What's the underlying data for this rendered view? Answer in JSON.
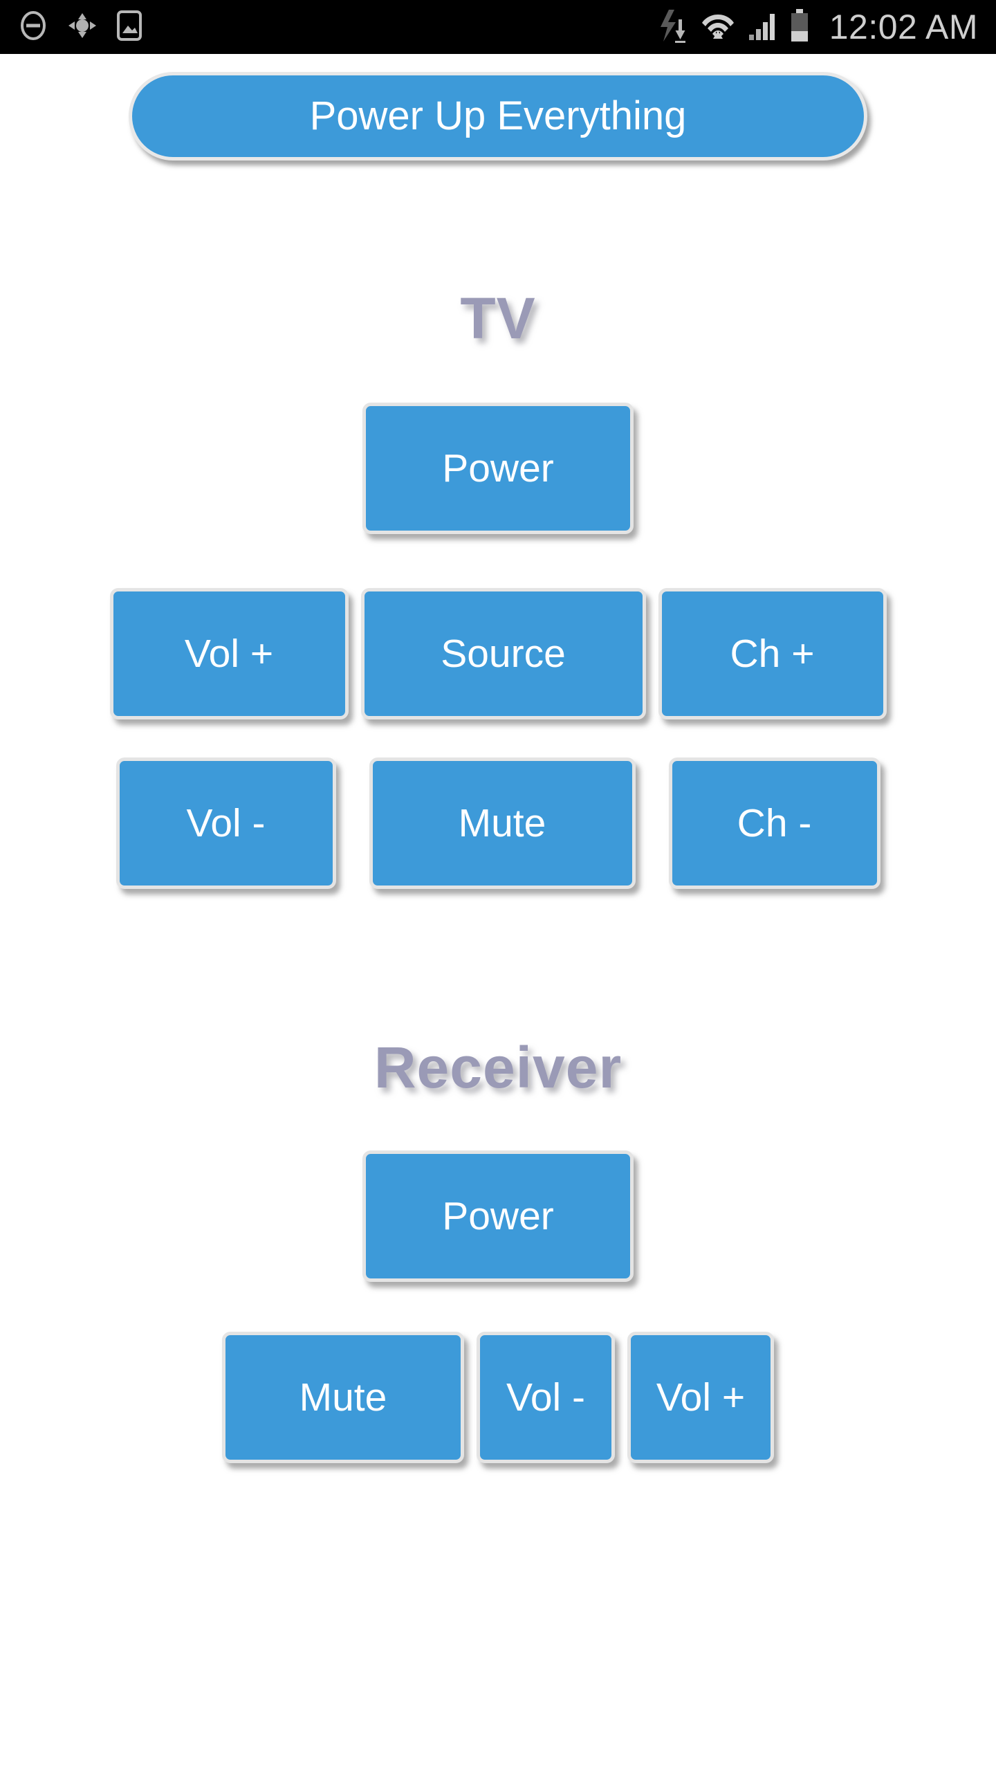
{
  "statusbar": {
    "background": "#000000",
    "clock": "12:02 AM",
    "left_icons": [
      {
        "name": "do-not-disturb-icon",
        "glyph": "circle-minus"
      },
      {
        "name": "dpad-navigation-icon",
        "glyph": "dpad"
      },
      {
        "name": "photo-gallery-icon",
        "glyph": "image"
      }
    ],
    "right_icons": [
      {
        "name": "download-bolt-icon",
        "glyph": "bolt-down"
      },
      {
        "name": "wifi-upload-icon",
        "glyph": "wifi-up"
      },
      {
        "name": "cellular-signal-icon",
        "glyph": "signal-bars"
      },
      {
        "name": "battery-icon",
        "glyph": "battery-half"
      }
    ]
  },
  "theme": {
    "button_blue": "#3d9ad9",
    "button_border": "#e4e4e4",
    "button_text": "#ffffff",
    "heading_color": "#9a9ab6",
    "page_background": "#ffffff"
  },
  "master": {
    "power_up_everything_label": "Power Up Everything"
  },
  "sections": [
    {
      "id": "tv",
      "title": "TV",
      "rows": [
        {
          "id": "tv-power-row",
          "buttons": [
            {
              "label": "Power"
            }
          ]
        },
        {
          "id": "tv-row-1",
          "buttons": [
            {
              "label": "Vol +"
            },
            {
              "label": "Source"
            },
            {
              "label": "Ch +"
            }
          ]
        },
        {
          "id": "tv-row-2",
          "buttons": [
            {
              "label": "Vol -"
            },
            {
              "label": "Mute"
            },
            {
              "label": "Ch -"
            }
          ]
        }
      ]
    },
    {
      "id": "receiver",
      "title": "Receiver",
      "rows": [
        {
          "id": "receiver-power-row",
          "buttons": [
            {
              "label": "Power"
            }
          ]
        },
        {
          "id": "receiver-row-1",
          "buttons": [
            {
              "label": "Mute"
            },
            {
              "label": "Vol -"
            },
            {
              "label": "Vol +"
            }
          ]
        }
      ]
    }
  ]
}
